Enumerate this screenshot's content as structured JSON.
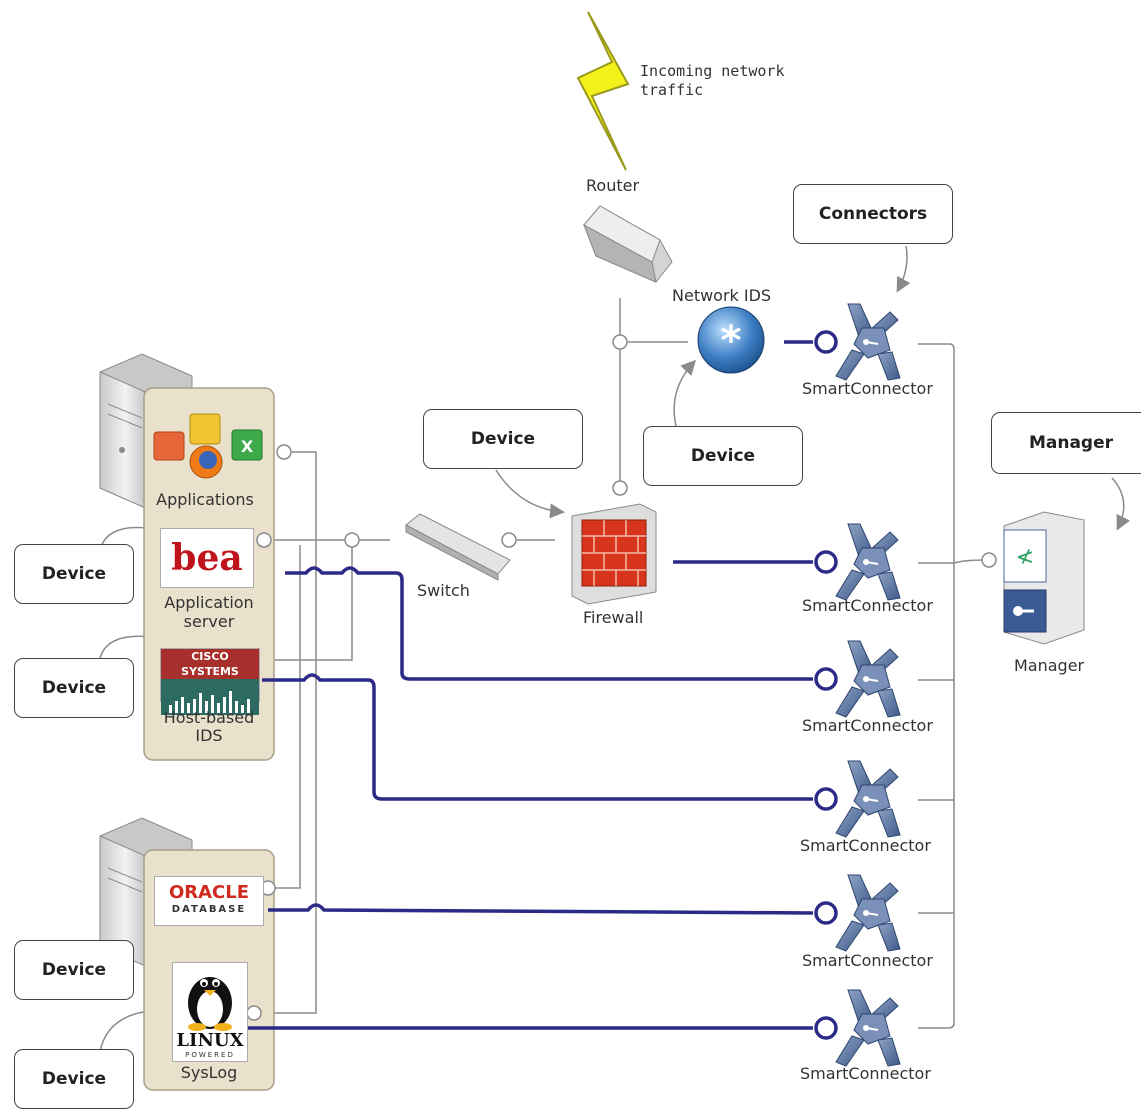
{
  "traffic": {
    "label_line1": "Incoming network",
    "label_line2": "traffic"
  },
  "router": {
    "label": "Router"
  },
  "network_ids": {
    "label": "Network IDS"
  },
  "switch": {
    "label": "Switch"
  },
  "firewall": {
    "label": "Firewall"
  },
  "manager": {
    "label": "Manager"
  },
  "server1": {
    "applications_label": "Applications",
    "app_server_line1": "Application",
    "app_server_line2": "server",
    "hids_line1": "Host-based",
    "hids_line2": "IDS"
  },
  "server2": {
    "syslog_label": "SysLog"
  },
  "logos": {
    "bea": "bea",
    "cisco": "CISCO SYSTEMS",
    "oracle": "ORACLE",
    "oracle_sub": "DATABASE",
    "linux": "LINUX",
    "linux_sub": "POWERED"
  },
  "callouts": {
    "connectors": "Connectors",
    "manager": "Manager",
    "device": "Device"
  },
  "connectors": [
    {
      "label": "SmartConnector"
    },
    {
      "label": "SmartConnector"
    },
    {
      "label": "SmartConnector"
    },
    {
      "label": "SmartConnector"
    },
    {
      "label": "SmartConnector"
    },
    {
      "label": "SmartConnector"
    }
  ],
  "colors": {
    "connection_line": "#2b2a86",
    "network_line": "#8a8a8a",
    "server_panel": "#eae1cc"
  }
}
